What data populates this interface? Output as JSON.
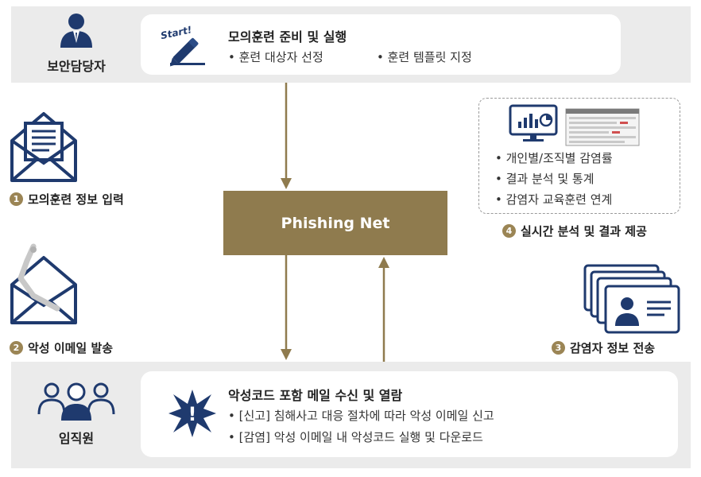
{
  "top": {
    "role": "보안담당자",
    "title": "모의훈련 준비 및 실행",
    "bullets": [
      "• 훈련 대상자 선정",
      "• 훈련 템플릿 지정"
    ],
    "start_label": "Start!"
  },
  "center": {
    "label": "Phishing Net"
  },
  "steps": {
    "s1": {
      "num": "1",
      "label": "모의훈련 정보 입력"
    },
    "s2": {
      "num": "2",
      "label": "악성 이메일 발송"
    },
    "s3": {
      "num": "3",
      "label": "감염자 정보 전송"
    },
    "s4": {
      "num": "4",
      "label": "실시간 분석 및 결과 제공"
    }
  },
  "analysis_bullets": [
    "• 개인별/조직별 감염률",
    "• 결과 분석 및 통계",
    "• 감염자 교육훈련 연계"
  ],
  "bottom": {
    "role": "임직원",
    "title": "악성코드 포함 메일 수신 및 열람",
    "bullets": [
      "• [신고] 침해사고 대응 절차에 따라 악성 이메일 신고",
      "• [감염] 악성 이메일 내 악성코드 실행 및 다운로드"
    ],
    "alert_mark": "!"
  },
  "colors": {
    "navy": "#1f3a6e",
    "gold": "#8f7b4e",
    "band": "#ebebeb"
  }
}
